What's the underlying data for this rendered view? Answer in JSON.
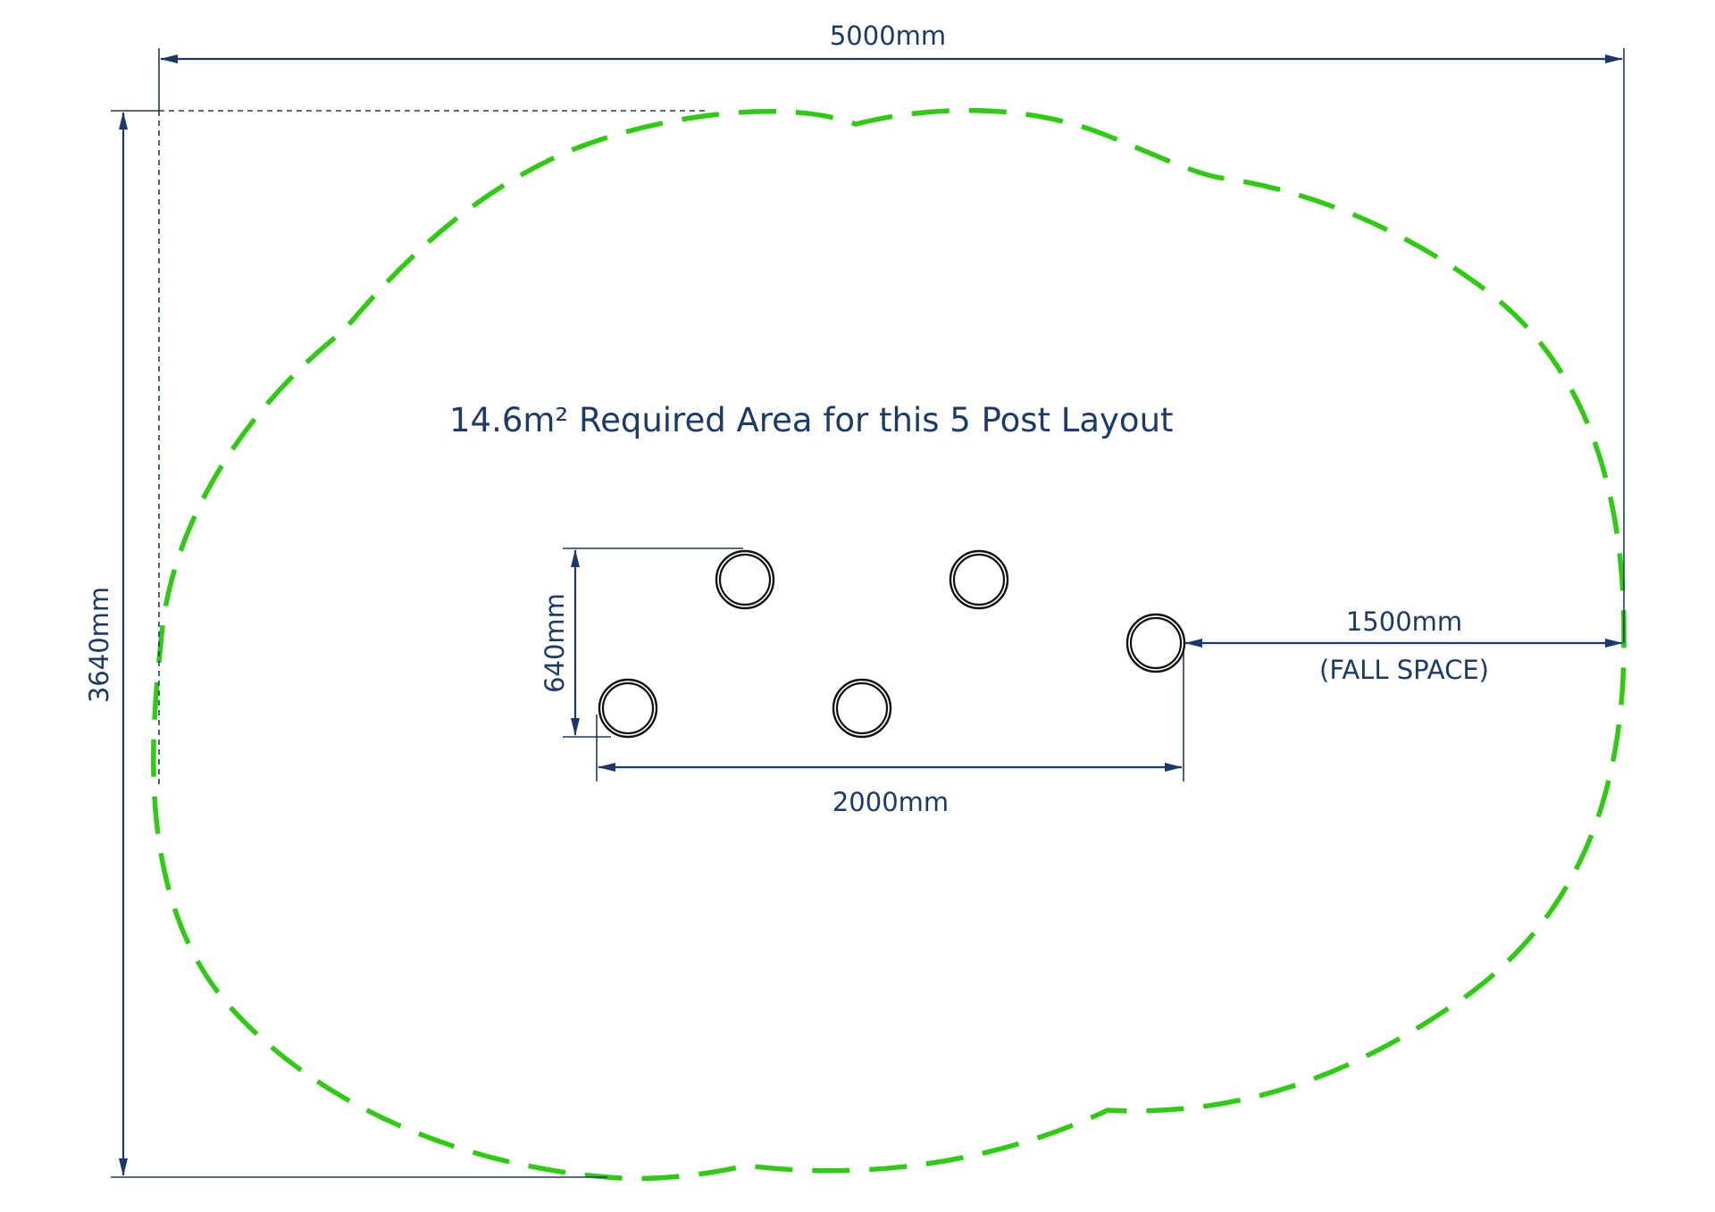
{
  "diagram": {
    "title": "14.6m² Required Area for this 5 Post Layout",
    "dimensions": {
      "overall_width": "5000mm",
      "overall_height": "3640mm",
      "post_depth": "640mm",
      "post_span": "2000mm",
      "fall_space": "1500mm",
      "fall_space_note": "(FALL SPACE)"
    },
    "posts": [
      {
        "id": "post-1"
      },
      {
        "id": "post-2"
      },
      {
        "id": "post-3"
      },
      {
        "id": "post-4"
      },
      {
        "id": "post-5"
      }
    ],
    "colors": {
      "dimension": "#1b3a6b",
      "fall_zone": "#2ecc11",
      "post": "#111111"
    }
  }
}
